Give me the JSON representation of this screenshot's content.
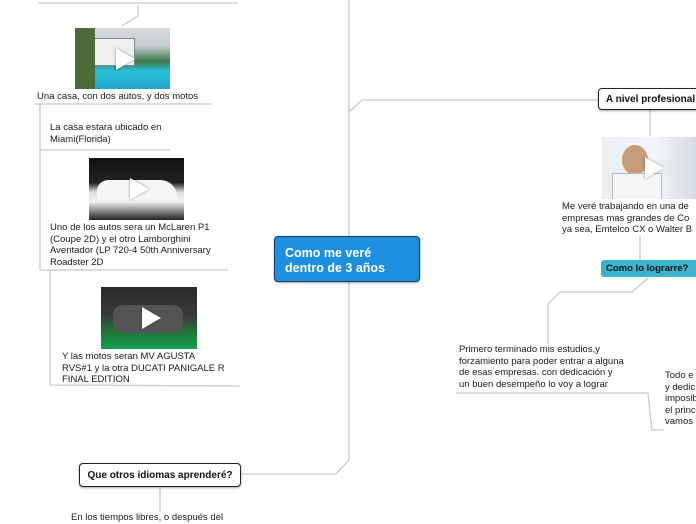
{
  "central": {
    "title": "Como me veré\ndentro de 3 años"
  },
  "left": {
    "house_caption": "Una casa, con dos autos, y dos motos",
    "location_text": "La casa estara ubicado en\nMiami(Florida)",
    "cars_text": "Uno de los autos sera un  McLaren P1\n(Coupe 2D) y el otro Lamborghini\nAventador (LP 720-4 50th Anniversary\nRoadster 2D",
    "motos_text": "Y las motos seran MV AGUSTA\nRVS#1 y la otra DUCATI PANIGALE R\nFINAL EDITION",
    "languages_topic": "Que otros idiomas aprenderé?",
    "free_time_text": "En los tiempos libres, o después del"
  },
  "right": {
    "professional_topic": "A nivel profesional",
    "work_text": "Me veré trabajando en una de\nempresas mas grandes de Co\nya sea, Emtelco CX o Walter B",
    "how_topic": "Como lo lograrre?",
    "plan_text": "Primero terminado mis estudios,y\nforzamiento para poder entrar a alguna\nde esas empresas. con dedicación y\nun buen desempeño lo voy a lograr",
    "dedication_text": "Todo e\ny dedic\nimposib\nel princ\nvamos"
  },
  "icons": {
    "video": "play-icon"
  },
  "colors": {
    "central": "#1d8fe0",
    "subtopic": "#39b3cf",
    "connector": "#c8c8c8"
  }
}
